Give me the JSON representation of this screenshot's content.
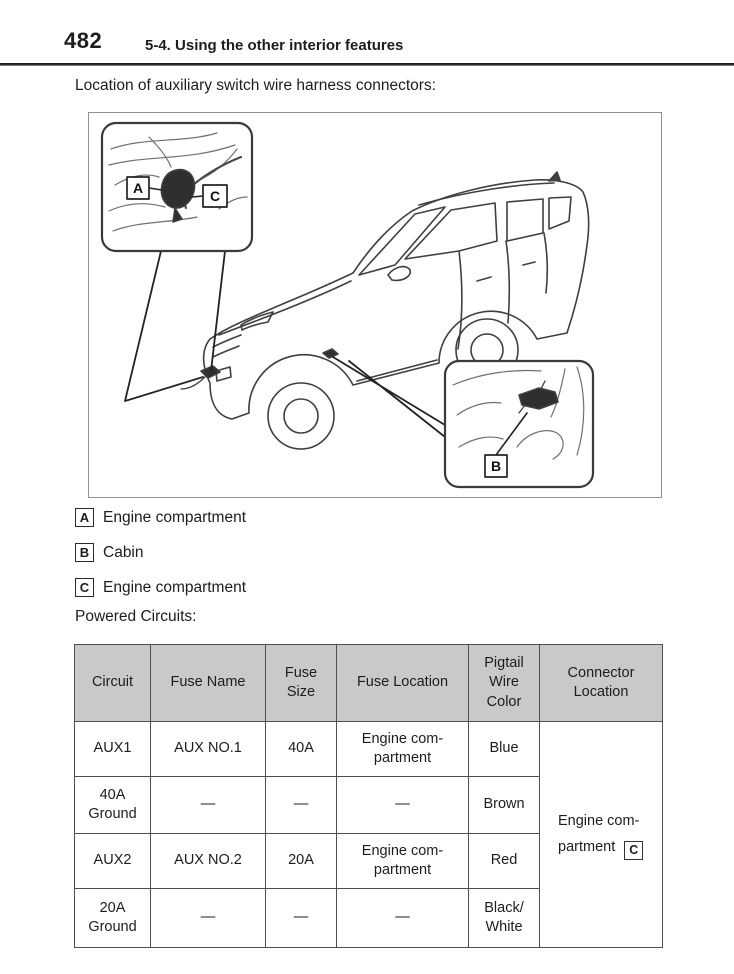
{
  "page": {
    "number": "482",
    "section_title": "5-4. Using the other interior features",
    "intro": "Location of auxiliary switch wire harness connectors:"
  },
  "figure": {
    "description": "Line drawing of SUV with two zoom insets showing wire harness connector locations",
    "callouts": [
      {
        "label": "A",
        "description": "Engine compartment"
      },
      {
        "label": "B",
        "description": "Cabin"
      },
      {
        "label": "C",
        "description": "Engine compartment"
      }
    ]
  },
  "powered_circuits": {
    "heading": "Powered Circuits:",
    "table": {
      "headers": [
        "Circuit",
        "Fuse Name",
        "Fuse\nSize",
        "Fuse Location",
        "Pigtail\nWire\nColor",
        "Connector\nLocation"
      ],
      "rows": [
        {
          "cells": [
            "AUX1",
            "AUX NO.1",
            "40A",
            "Engine com-\npartment",
            "Blue"
          ]
        },
        {
          "cells": [
            "40A\nGround",
            "—",
            "—",
            "—",
            "Brown"
          ]
        },
        {
          "cells": [
            "AUX2",
            "AUX NO.2",
            "20A",
            "Engine com-\npartment",
            "Red"
          ]
        },
        {
          "cells": [
            "20A\nGround",
            "—",
            "—",
            "—",
            "Black/\nWhite"
          ]
        }
      ],
      "connector_location": {
        "line1": "Engine com-",
        "line2": "partment ",
        "label": "C"
      }
    }
  },
  "colors": {
    "header_bg": "#c9c9c9",
    "table_border": "#4f4f4f",
    "text": "#1d1d1d"
  }
}
